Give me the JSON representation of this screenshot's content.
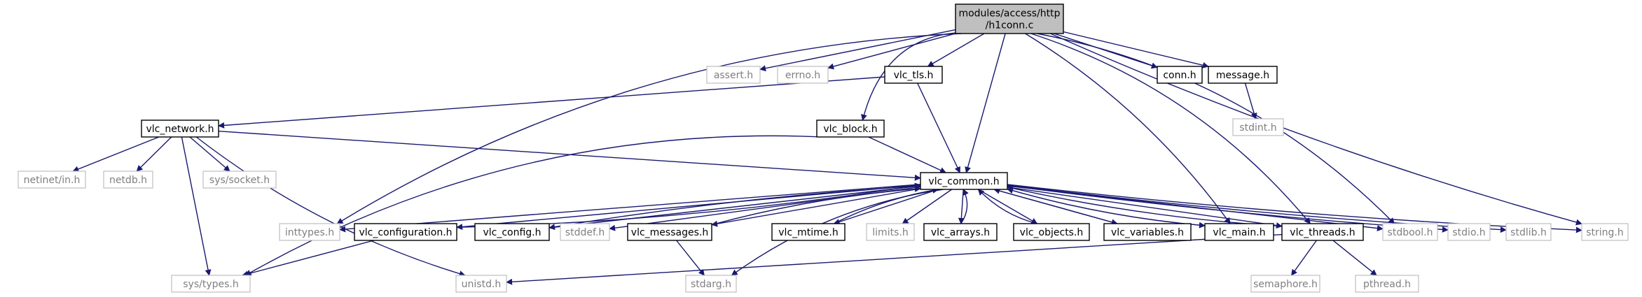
{
  "colors": {
    "edge": "#191970",
    "root_fill": "#bfbfbf",
    "doc_border": "#000000",
    "ext_border": "#bfbfbf",
    "ext_text": "#7f7f7f"
  },
  "nodes": [
    {
      "id": "root",
      "lines": [
        "modules/access/http",
        "/h1conn.c"
      ],
      "kind": "root"
    },
    {
      "id": "assert",
      "lines": [
        "assert.h"
      ],
      "kind": "ext"
    },
    {
      "id": "errno",
      "lines": [
        "errno.h"
      ],
      "kind": "ext"
    },
    {
      "id": "vlc_tls",
      "lines": [
        "vlc_tls.h"
      ],
      "kind": "doc"
    },
    {
      "id": "conn",
      "lines": [
        "conn.h"
      ],
      "kind": "doc"
    },
    {
      "id": "message",
      "lines": [
        "message.h"
      ],
      "kind": "doc"
    },
    {
      "id": "stdint",
      "lines": [
        "stdint.h"
      ],
      "kind": "ext"
    },
    {
      "id": "vlc_network",
      "lines": [
        "vlc_network.h"
      ],
      "kind": "doc"
    },
    {
      "id": "vlc_block",
      "lines": [
        "vlc_block.h"
      ],
      "kind": "doc"
    },
    {
      "id": "netinet",
      "lines": [
        "netinet/in.h"
      ],
      "kind": "ext"
    },
    {
      "id": "netdb",
      "lines": [
        "netdb.h"
      ],
      "kind": "ext"
    },
    {
      "id": "syssocket",
      "lines": [
        "sys/socket.h"
      ],
      "kind": "ext"
    },
    {
      "id": "vlc_common",
      "lines": [
        "vlc_common.h"
      ],
      "kind": "doc"
    },
    {
      "id": "inttypes",
      "lines": [
        "inttypes.h"
      ],
      "kind": "ext"
    },
    {
      "id": "vlc_configuration",
      "lines": [
        "vlc_configuration.h"
      ],
      "kind": "doc"
    },
    {
      "id": "vlc_config",
      "lines": [
        "vlc_config.h"
      ],
      "kind": "doc"
    },
    {
      "id": "stddef",
      "lines": [
        "stddef.h"
      ],
      "kind": "ext"
    },
    {
      "id": "vlc_messages",
      "lines": [
        "vlc_messages.h"
      ],
      "kind": "doc"
    },
    {
      "id": "vlc_mtime",
      "lines": [
        "vlc_mtime.h"
      ],
      "kind": "doc"
    },
    {
      "id": "limits",
      "lines": [
        "limits.h"
      ],
      "kind": "ext"
    },
    {
      "id": "vlc_arrays",
      "lines": [
        "vlc_arrays.h"
      ],
      "kind": "doc"
    },
    {
      "id": "vlc_objects",
      "lines": [
        "vlc_objects.h"
      ],
      "kind": "doc"
    },
    {
      "id": "vlc_variables",
      "lines": [
        "vlc_variables.h"
      ],
      "kind": "doc"
    },
    {
      "id": "vlc_main",
      "lines": [
        "vlc_main.h"
      ],
      "kind": "doc"
    },
    {
      "id": "vlc_threads",
      "lines": [
        "vlc_threads.h"
      ],
      "kind": "doc"
    },
    {
      "id": "stdbool",
      "lines": [
        "stdbool.h"
      ],
      "kind": "ext"
    },
    {
      "id": "stdio",
      "lines": [
        "stdio.h"
      ],
      "kind": "ext"
    },
    {
      "id": "stdlib",
      "lines": [
        "stdlib.h"
      ],
      "kind": "ext"
    },
    {
      "id": "string",
      "lines": [
        "string.h"
      ],
      "kind": "ext"
    },
    {
      "id": "systypes",
      "lines": [
        "sys/types.h"
      ],
      "kind": "ext"
    },
    {
      "id": "unistd",
      "lines": [
        "unistd.h"
      ],
      "kind": "ext"
    },
    {
      "id": "stdarg",
      "lines": [
        "stdarg.h"
      ],
      "kind": "ext"
    },
    {
      "id": "semaphore",
      "lines": [
        "semaphore.h"
      ],
      "kind": "ext"
    },
    {
      "id": "pthread",
      "lines": [
        "pthread.h"
      ],
      "kind": "ext"
    }
  ],
  "edges": [
    [
      "root",
      "assert"
    ],
    [
      "root",
      "errno"
    ],
    [
      "root",
      "vlc_tls"
    ],
    [
      "root",
      "conn"
    ],
    [
      "root",
      "message"
    ],
    [
      "root",
      "vlc_block"
    ],
    [
      "root",
      "vlc_common"
    ],
    [
      "root",
      "inttypes"
    ],
    [
      "root",
      "vlc_main"
    ],
    [
      "root",
      "vlc_threads"
    ],
    [
      "root",
      "stdbool"
    ],
    [
      "root",
      "string"
    ],
    [
      "message",
      "stdint"
    ],
    [
      "vlc_tls",
      "vlc_network"
    ],
    [
      "vlc_tls",
      "vlc_common"
    ],
    [
      "vlc_network",
      "netinet"
    ],
    [
      "vlc_network",
      "netdb"
    ],
    [
      "vlc_network",
      "syssocket"
    ],
    [
      "vlc_network",
      "vlc_common"
    ],
    [
      "vlc_network",
      "systypes"
    ],
    [
      "vlc_network",
      "unistd"
    ],
    [
      "vlc_block",
      "vlc_common"
    ],
    [
      "vlc_block",
      "systypes"
    ],
    [
      "vlc_common",
      "inttypes"
    ],
    [
      "vlc_common",
      "vlc_configuration"
    ],
    [
      "vlc_common",
      "vlc_config"
    ],
    [
      "vlc_common",
      "stddef"
    ],
    [
      "vlc_common",
      "vlc_messages"
    ],
    [
      "vlc_common",
      "vlc_mtime"
    ],
    [
      "vlc_common",
      "limits"
    ],
    [
      "vlc_common",
      "vlc_arrays"
    ],
    [
      "vlc_common",
      "vlc_objects"
    ],
    [
      "vlc_common",
      "vlc_variables"
    ],
    [
      "vlc_common",
      "vlc_main"
    ],
    [
      "vlc_common",
      "vlc_threads"
    ],
    [
      "vlc_common",
      "stdbool"
    ],
    [
      "vlc_common",
      "stdio"
    ],
    [
      "vlc_common",
      "stdlib"
    ],
    [
      "vlc_common",
      "string"
    ],
    [
      "vlc_common",
      "stdarg"
    ],
    [
      "vlc_configuration",
      "vlc_common"
    ],
    [
      "vlc_configuration",
      "systypes"
    ],
    [
      "vlc_config",
      "vlc_common"
    ],
    [
      "vlc_messages",
      "vlc_common"
    ],
    [
      "vlc_messages",
      "stdarg"
    ],
    [
      "vlc_mtime",
      "vlc_common"
    ],
    [
      "vlc_arrays",
      "vlc_common"
    ],
    [
      "vlc_objects",
      "vlc_common"
    ],
    [
      "vlc_variables",
      "vlc_common"
    ],
    [
      "vlc_main",
      "vlc_common"
    ],
    [
      "vlc_threads",
      "vlc_common"
    ],
    [
      "vlc_threads",
      "unistd"
    ],
    [
      "vlc_threads",
      "semaphore"
    ],
    [
      "vlc_threads",
      "pthread"
    ]
  ]
}
